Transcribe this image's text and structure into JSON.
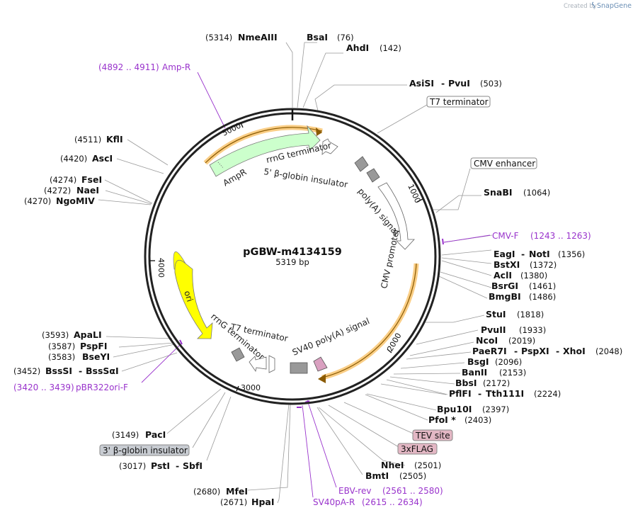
{
  "header": {
    "created_by": "Created by",
    "brand": "SnapGene"
  },
  "plasmid": {
    "name": "pGBW-m4134159",
    "size": "5319 bp"
  },
  "ticks": [
    "1000",
    "2000",
    "3000",
    "4000",
    "5000"
  ],
  "features": {
    "rrnG_terminator_top": "rrnG terminator",
    "globin_5": "5' β-globin insulator",
    "polyA": "poly(A) signal",
    "cmv_promoter": "CMV promoter",
    "sv40": "SV40 poly(A) signal",
    "t7_term_inner": "T7 terminator",
    "rrnG_terminator_bottom": "rrnG terminator",
    "ori": "ori",
    "ampr": "AmpR"
  },
  "boxed_labels": {
    "t7_terminator": "T7 terminator",
    "cmv_enhancer": "CMV enhancer",
    "tev_site": "TEV site",
    "flag": "3xFLAG",
    "globin_3": "3' β-globin insulator"
  },
  "enzymes": {
    "nmeaiii": {
      "pos": "(5314)",
      "name": "NmeAIII"
    },
    "bsai": {
      "name": "BsaI",
      "pos": "(76)"
    },
    "ahdi": {
      "name": "AhdI",
      "pos": "(142)"
    },
    "asisi": {
      "name": "AsiSI",
      "sep": "-",
      "name2": "PvuI",
      "pos": "(503)"
    },
    "snabi": {
      "name": "SnaBI",
      "pos": "(1064)"
    },
    "eagi": {
      "name": "EagI",
      "sep": "-",
      "name2": "NotI",
      "pos": "(1356)"
    },
    "bstxi": {
      "name": "BstXI",
      "pos": "(1372)"
    },
    "acli": {
      "name": "AclI",
      "pos": "(1380)"
    },
    "bsrgi": {
      "name": "BsrGI",
      "pos": "(1461)"
    },
    "bmgbi": {
      "name": "BmgBI",
      "pos": "(1486)"
    },
    "stui": {
      "name": "StuI",
      "pos": "(1818)"
    },
    "pvuii": {
      "name": "PvuII",
      "pos": "(1933)"
    },
    "ncoi": {
      "name": "NcoI",
      "pos": "(2019)"
    },
    "paer7i": {
      "name": "PaeR7I",
      "sep": "-",
      "name2": "PspXI",
      "sep2": "-",
      "name3": "XhoI",
      "pos": "(2048)"
    },
    "bsgi": {
      "name": "BsgI",
      "pos": "(2096)"
    },
    "banii": {
      "name": "BanII",
      "pos": "(2153)"
    },
    "bbsi": {
      "name": "BbsI",
      "pos": "(2172)"
    },
    "pflfi": {
      "name": "PflFI",
      "sep": "-",
      "name2": "Tth111I",
      "pos": "(2224)"
    },
    "bpu10i": {
      "name": "Bpu10I",
      "pos": "(2397)"
    },
    "pfoi": {
      "name": "PfoI *",
      "pos": "(2403)"
    },
    "nhei": {
      "name": "NheI",
      "pos": "(2501)"
    },
    "bmti": {
      "name": "BmtI",
      "pos": "(2505)"
    },
    "mfei": {
      "pos": "(2680)",
      "name": "MfeI"
    },
    "hpai": {
      "pos": "(2671)",
      "name": "HpaI"
    },
    "psti": {
      "pos": "(3017)",
      "name": "PstI",
      "sep": "-",
      "name2": "SbfI"
    },
    "paci": {
      "pos": "(3149)",
      "name": "PacI"
    },
    "bsssi": {
      "pos": "(3452)",
      "name": "BssSI",
      "sep": "-",
      "name2": "BssSαI"
    },
    "bseyi": {
      "pos": "(3583)",
      "name": "BseYI"
    },
    "pspfi": {
      "pos": "(3587)",
      "name": "PspFI"
    },
    "apali": {
      "pos": "(3593)",
      "name": "ApaLI"
    },
    "ngomiv": {
      "pos": "(4270)",
      "name": "NgoMIV"
    },
    "naei": {
      "pos": "(4272)",
      "name": "NaeI"
    },
    "fsei": {
      "pos": "(4274)",
      "name": "FseI"
    },
    "asci": {
      "pos": "(4420)",
      "name": "AscI"
    },
    "kfli": {
      "pos": "(4511)",
      "name": "KflI"
    }
  },
  "primers": {
    "ampr": {
      "range": "(4892 .. 4911)",
      "name": "Amp-R"
    },
    "cmvf": {
      "name": "CMV-F",
      "range": "(1243 .. 1263)"
    },
    "pbr322": {
      "range": "(3420 .. 3439)",
      "name": "pBR322ori-F"
    },
    "ebvrev": {
      "name": "EBV-rev",
      "range": "(2561 .. 2580)"
    },
    "sv40par": {
      "name": "SV40pA-R",
      "range": "(2615 .. 2634)"
    }
  },
  "colors": {
    "backbone": "#222222",
    "primer": "#9933cc",
    "ori": "#ffff00",
    "ampr": "#ccffcc",
    "highlight": "#f5a623",
    "tag": "#e3b7c4"
  }
}
